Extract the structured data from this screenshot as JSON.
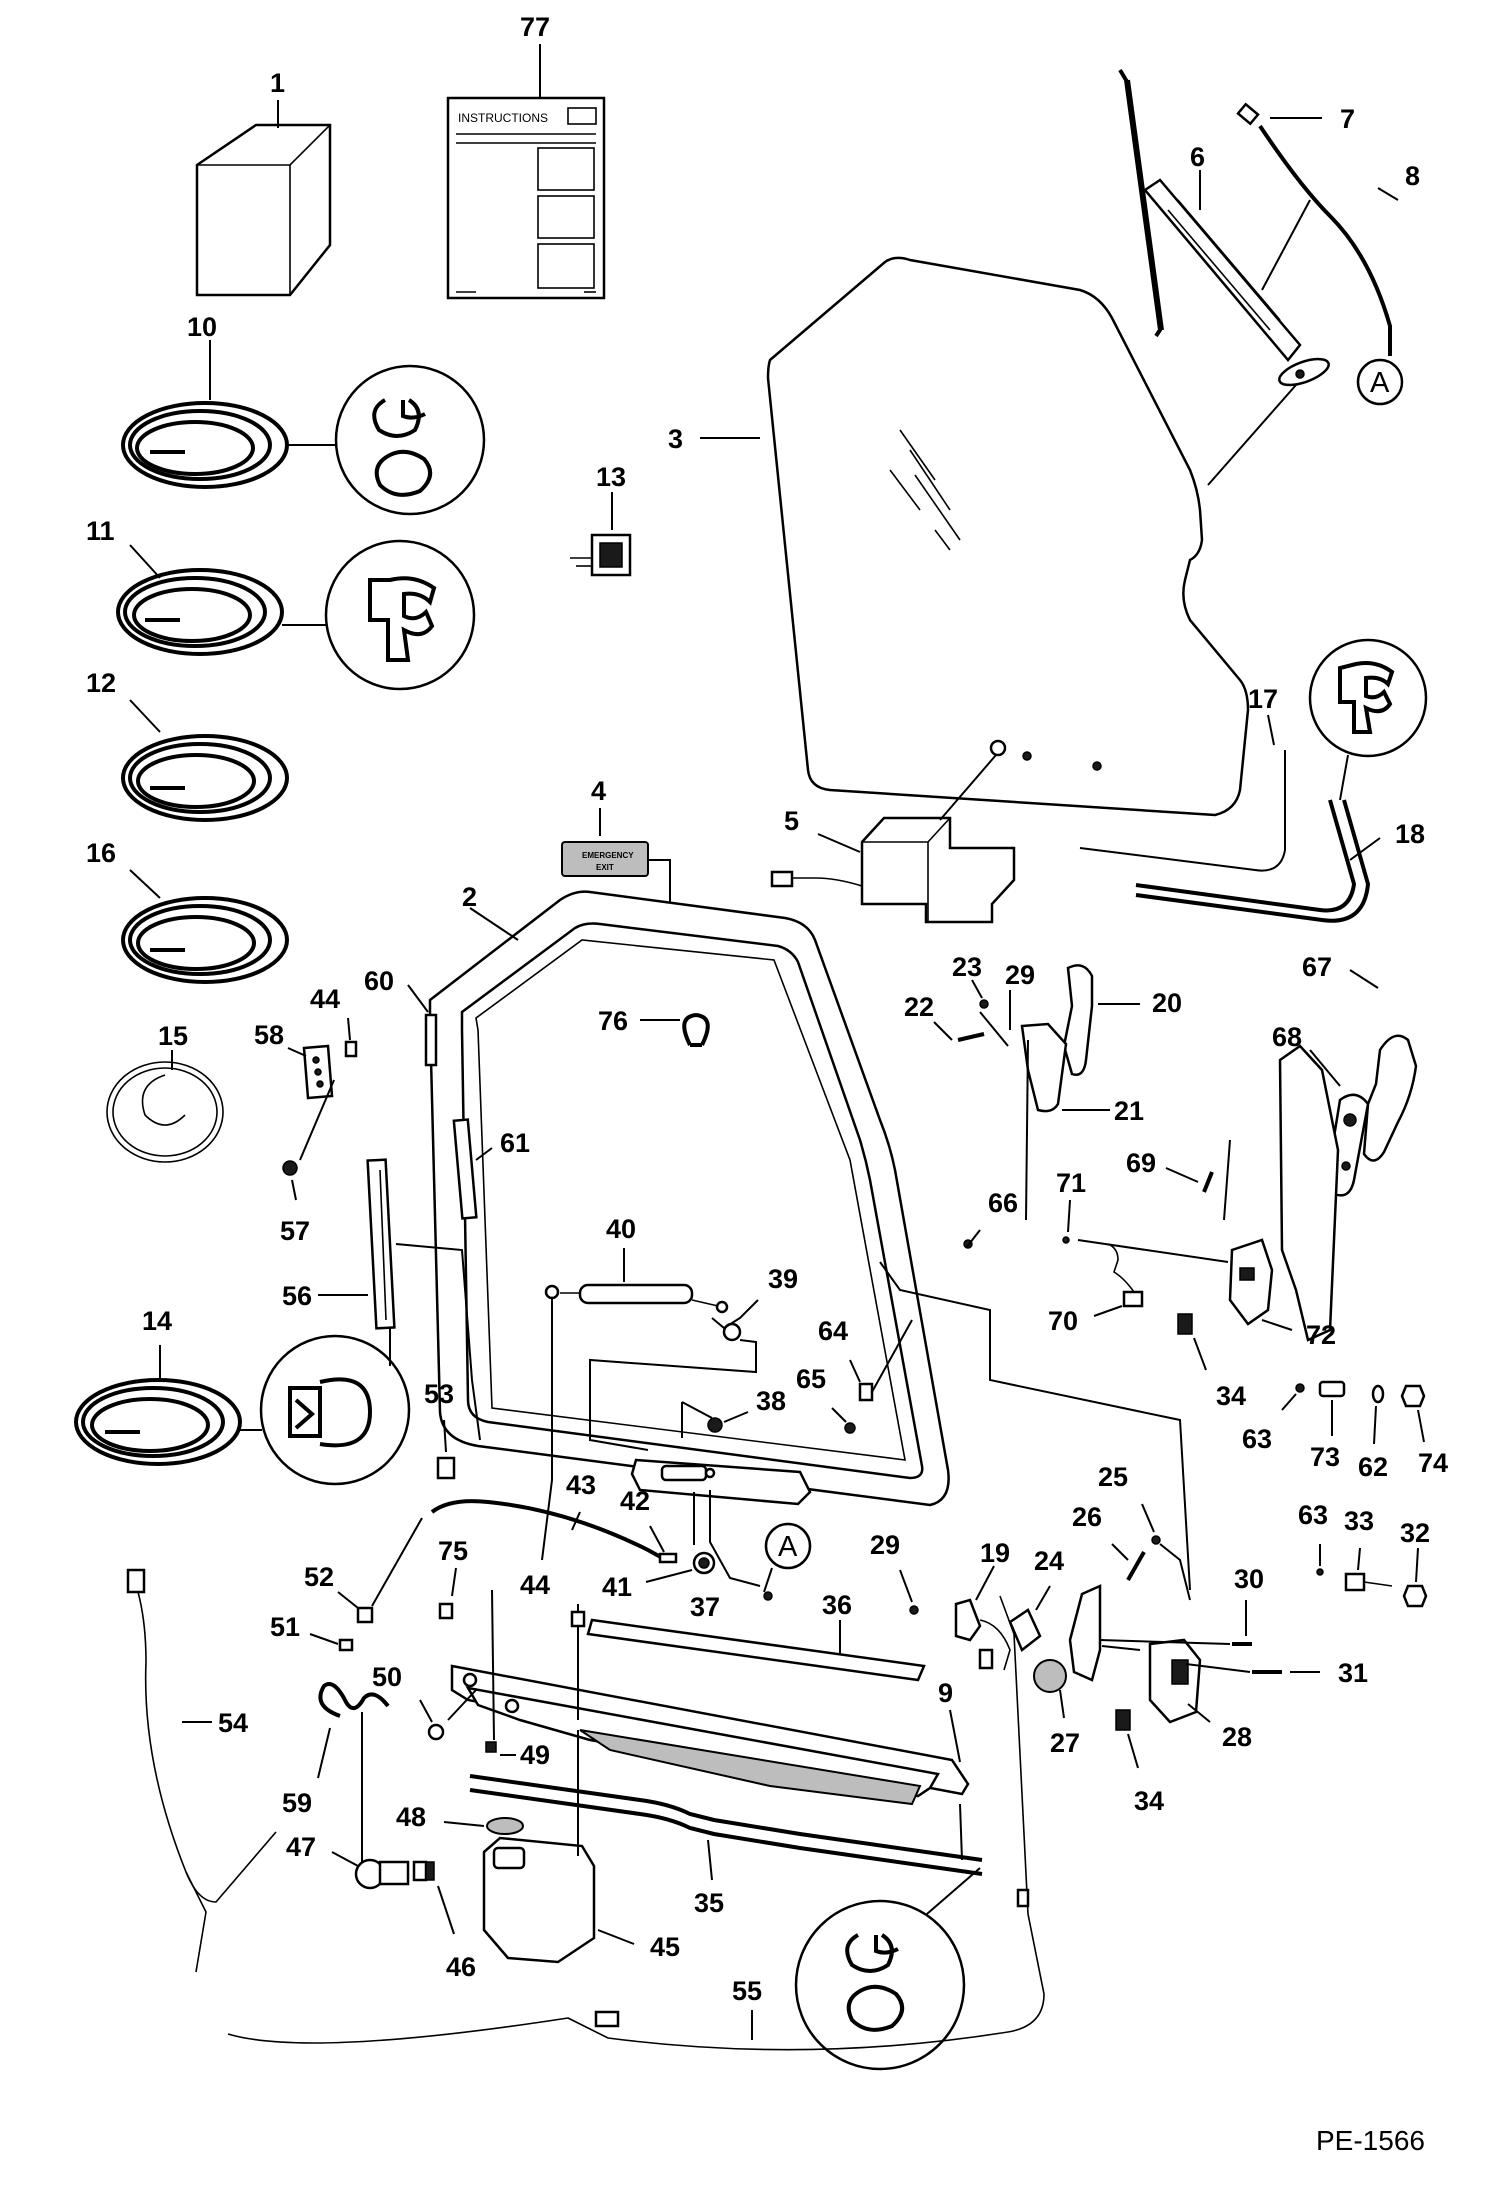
{
  "drawing_number": "PE-1566",
  "instructions_label": "INSTRUCTIONS",
  "decal_text": {
    "line1": "EMERGENCY",
    "line2": "EXIT"
  },
  "section_ref": "A",
  "callouts": {
    "c1": "1",
    "c2": "2",
    "c3": "3",
    "c4": "4",
    "c5": "5",
    "c6": "6",
    "c7": "7",
    "c8": "8",
    "c9": "9",
    "c10": "10",
    "c11": "11",
    "c12": "12",
    "c13": "13",
    "c14": "14",
    "c15": "15",
    "c16": "16",
    "c17": "17",
    "c18": "18",
    "c19": "19",
    "c20": "20",
    "c21": "21",
    "c22": "22",
    "c23": "23",
    "c24": "24",
    "c25": "25",
    "c26": "26",
    "c27": "27",
    "c28": "28",
    "c29a": "29",
    "c29b": "29",
    "c30": "30",
    "c31": "31",
    "c32": "32",
    "c33": "33",
    "c34a": "34",
    "c34b": "34",
    "c35": "35",
    "c36": "36",
    "c37": "37",
    "c38": "38",
    "c39": "39",
    "c40": "40",
    "c41": "41",
    "c42": "42",
    "c43": "43",
    "c44a": "44",
    "c44b": "44",
    "c45": "45",
    "c46": "46",
    "c47": "47",
    "c48": "48",
    "c49": "49",
    "c50": "50",
    "c51": "51",
    "c52": "52",
    "c53": "53",
    "c54": "54",
    "c55": "55",
    "c56": "56",
    "c57": "57",
    "c58": "58",
    "c59": "59",
    "c60": "60",
    "c61": "61",
    "c62": "62",
    "c63a": "63",
    "c63b": "63",
    "c64": "64",
    "c65": "65",
    "c66": "66",
    "c67": "67",
    "c68": "68",
    "c69": "69",
    "c70": "70",
    "c71": "71",
    "c72": "72",
    "c73": "73",
    "c74": "74",
    "c75": "75",
    "c76": "76",
    "c77": "77"
  }
}
